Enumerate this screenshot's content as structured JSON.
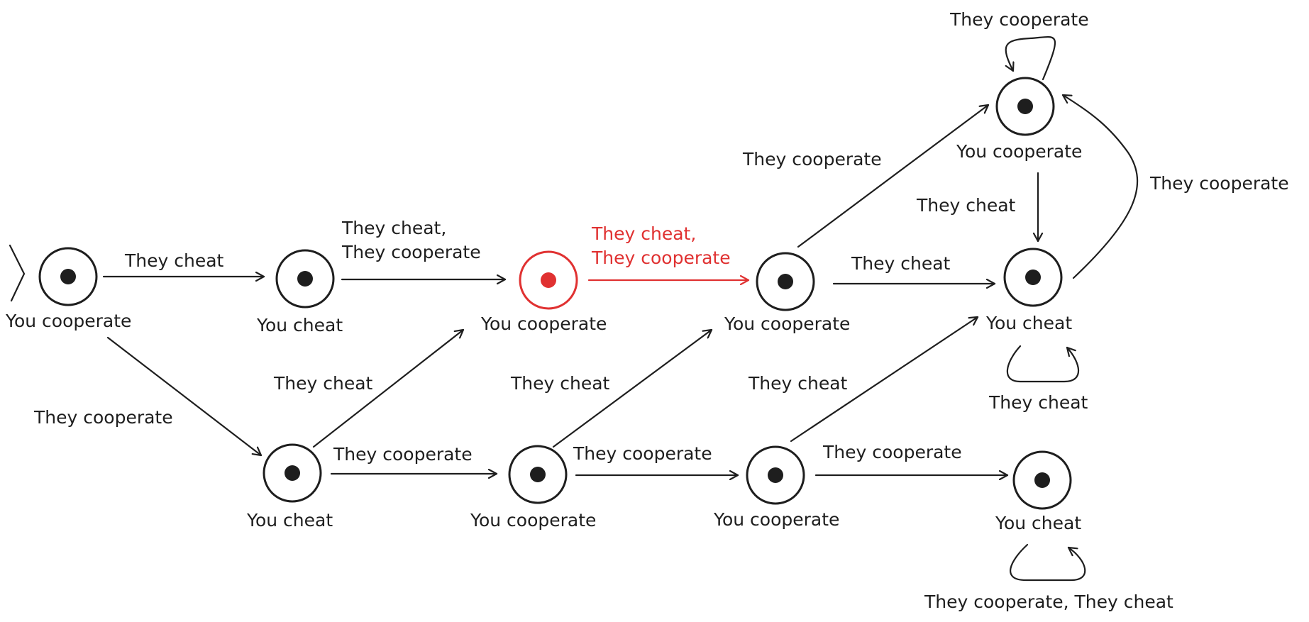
{
  "colors": {
    "ink": "#1e1e1e",
    "highlight": "#e03131",
    "background": "#ffffff"
  },
  "nodes": [
    {
      "id": "n0",
      "label": "You cooperate"
    },
    {
      "id": "n1",
      "label": "You cheat"
    },
    {
      "id": "n2",
      "label": "You cooperate",
      "highlighted": true
    },
    {
      "id": "n3",
      "label": "You cooperate"
    },
    {
      "id": "n4",
      "label": "You cheat"
    },
    {
      "id": "n5",
      "label": "You cooperate"
    },
    {
      "id": "n6",
      "label": "You cheat"
    },
    {
      "id": "n7",
      "label": "You cooperate"
    },
    {
      "id": "n8",
      "label": "You cooperate"
    },
    {
      "id": "n9",
      "label": "You cheat"
    }
  ],
  "edges": [
    {
      "from": "n0",
      "to": "n1",
      "label": "They cheat"
    },
    {
      "from": "n0",
      "to": "n6",
      "label": "They cooperate"
    },
    {
      "from": "n1",
      "to": "n2",
      "label_lines": [
        "They cheat,",
        "They cooperate"
      ]
    },
    {
      "from": "n2",
      "to": "n3",
      "label_lines": [
        "They cheat,",
        "They cooperate"
      ],
      "highlighted": true
    },
    {
      "from": "n3",
      "to": "n5",
      "label": "They cooperate"
    },
    {
      "from": "n3",
      "to": "n4",
      "label": "They cheat"
    },
    {
      "from": "n5",
      "to": "n5",
      "label": "They cooperate"
    },
    {
      "from": "n5",
      "to": "n4",
      "label": "They cheat"
    },
    {
      "from": "n4",
      "to": "n5",
      "label": "They cooperate"
    },
    {
      "from": "n4",
      "to": "n4",
      "label": "They cheat"
    },
    {
      "from": "n6",
      "to": "n2",
      "label": "They cheat"
    },
    {
      "from": "n6",
      "to": "n7",
      "label": "They cooperate"
    },
    {
      "from": "n7",
      "to": "n3",
      "label": "They cheat"
    },
    {
      "from": "n7",
      "to": "n8",
      "label": "They cooperate"
    },
    {
      "from": "n8",
      "to": "n4",
      "label": "They cheat"
    },
    {
      "from": "n8",
      "to": "n9",
      "label": "They cooperate"
    },
    {
      "from": "n9",
      "to": "n9",
      "label": "They cooperate, They cheat"
    }
  ]
}
